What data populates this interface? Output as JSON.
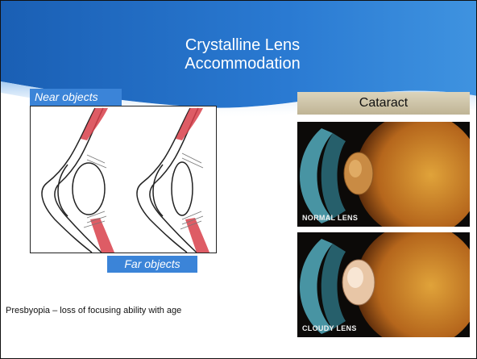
{
  "slide": {
    "title_line1": "Crystalline Lens",
    "title_line2": "Accommodation",
    "near_label": "Near objects",
    "far_label": "Far objects",
    "caption": "Presbyopia – loss of focusing ability with age"
  },
  "cataract": {
    "header": "Cataract",
    "normal_label": "NORMAL LENS",
    "cloudy_label": "CLOUDY LENS"
  },
  "colors": {
    "banner": "#1e6ec6",
    "label_box": "#3b84d8",
    "header_bg": "#cfc6aa",
    "muscle": "#d8404a",
    "eyeball": "#d9922b"
  }
}
